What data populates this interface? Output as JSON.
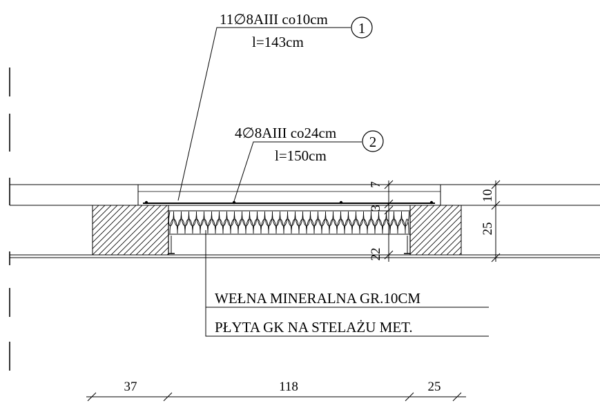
{
  "labels": {
    "bar1_spec": "11∅8AIII  co10cm",
    "bar1_length": "l=143cm",
    "bar1_marker": "1",
    "bar2_spec": "4∅8AIII  co24cm",
    "bar2_length": "l=150cm",
    "bar2_marker": "2",
    "insulation": "WEŁNA  MINERALNA  GR.10CM",
    "drywall": "PŁYTA  GK  NA  STELAŻU  MET."
  },
  "dimensions": {
    "left_span": "37",
    "middle_span": "118",
    "right_span": "25",
    "topping_height": "7",
    "gap_height": "3",
    "bottom_height": "22",
    "slab_thickness": "10",
    "beam_height": "25"
  }
}
